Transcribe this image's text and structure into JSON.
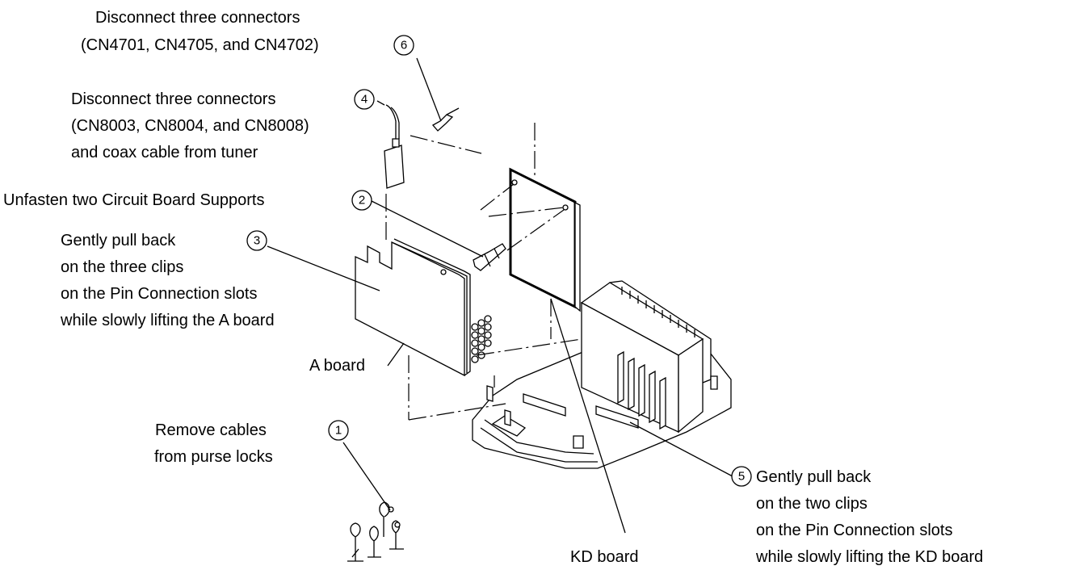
{
  "annotations": {
    "step1": {
      "number": "1",
      "lines": [
        "Remove cables",
        "from purse locks"
      ]
    },
    "step2": {
      "number": "2",
      "lines": [
        "Unfasten two Circuit Board Supports"
      ]
    },
    "step3": {
      "number": "3",
      "lines": [
        "Gently pull back",
        "on the three clips",
        "on the Pin Connection slots",
        "while slowly lifting the A board"
      ]
    },
    "step4": {
      "number": "4",
      "lines": [
        "Disconnect three connectors",
        "(CN8003, CN8004, and CN8008)",
        "and coax cable from tuner"
      ]
    },
    "step5": {
      "number": "5",
      "lines": [
        "Gently pull back",
        "on the two clips",
        "on the Pin Connection slots",
        "while slowly lifting the KD board"
      ]
    },
    "step6": {
      "number": "6",
      "lines": [
        "Disconnect three connectors",
        "(CN4701, CN4705, and CN4702)"
      ]
    }
  },
  "labels": {
    "a_board": "A board",
    "kd_board": "KD board"
  }
}
